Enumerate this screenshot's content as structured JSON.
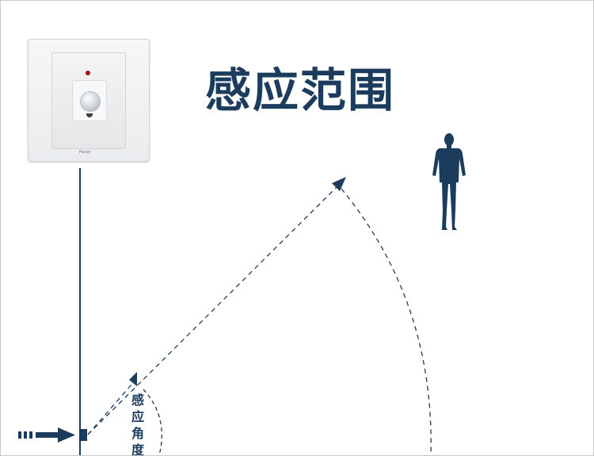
{
  "title": "感应范围",
  "angle_label": "感应角度",
  "switch_device": {
    "brand_text": "Pacey",
    "led_color": "#a41616"
  },
  "colors": {
    "accent_navy": "#1c3c5e",
    "line": "#1c3c5e"
  },
  "icons": {
    "device": "motion-sensor-switch-icon",
    "person": "standing-person-silhouette-icon",
    "arrow": "dashed-arrow-icon"
  }
}
